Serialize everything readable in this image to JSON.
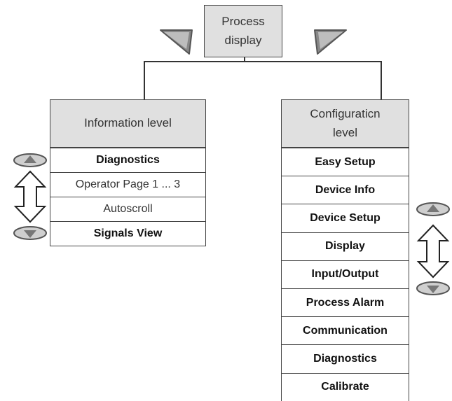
{
  "process": {
    "line1": "Process",
    "line2": "display"
  },
  "info": {
    "header": "Information level",
    "items": [
      {
        "label": "Diagnostics",
        "bold": true
      },
      {
        "label": "Operator Page 1 ... 3",
        "bold": false
      },
      {
        "label": "Autoscroll",
        "bold": false
      },
      {
        "label": "Signals View",
        "bold": true
      }
    ]
  },
  "config": {
    "header_line1": "Configuraticn",
    "header_line2": "level",
    "items": [
      {
        "label": "Easy Setup"
      },
      {
        "label": "Device Info"
      },
      {
        "label": "Device Setup"
      },
      {
        "label": "Display"
      },
      {
        "label": "Input/Output"
      },
      {
        "label": "Process Alarm"
      },
      {
        "label": "Communication"
      },
      {
        "label": "Diagnostics"
      },
      {
        "label": "Calibrate"
      }
    ]
  },
  "icons": {
    "nav_left": "left-arrow-key-icon",
    "nav_right": "right-arrow-key-icon",
    "scroll": "double-arrow-icon",
    "up_key": "up-arrow-key-icon",
    "down_key": "down-arrow-key-icon"
  }
}
